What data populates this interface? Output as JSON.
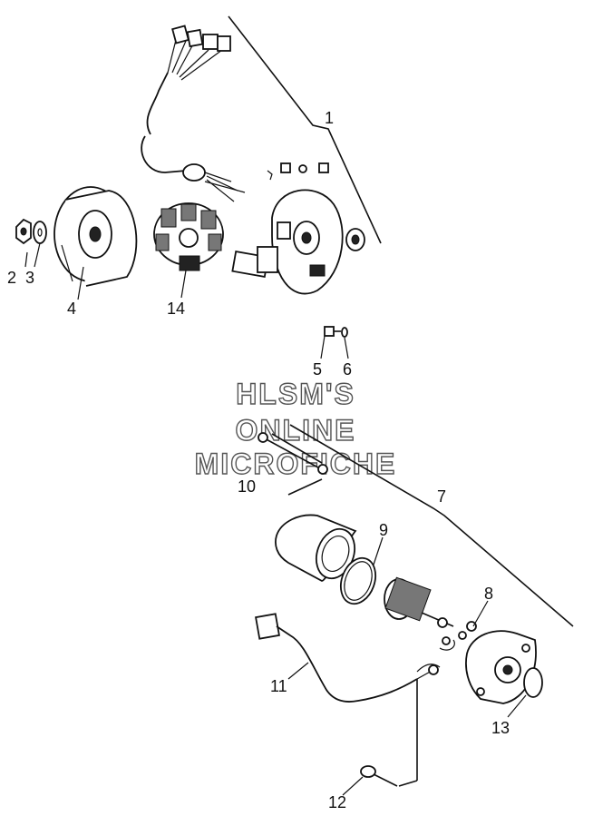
{
  "callouts": {
    "c1": "1",
    "c2": "2",
    "c3": "3",
    "c4": "4",
    "c5": "5",
    "c6": "6",
    "c7": "7",
    "c8": "8",
    "c9": "9",
    "c10": "10",
    "c11": "11",
    "c12": "12",
    "c13": "13",
    "c14": "14"
  },
  "watermark": {
    "line1": "HLSM'S",
    "line2": "ONLINE",
    "line3": "MICROFICHE"
  }
}
